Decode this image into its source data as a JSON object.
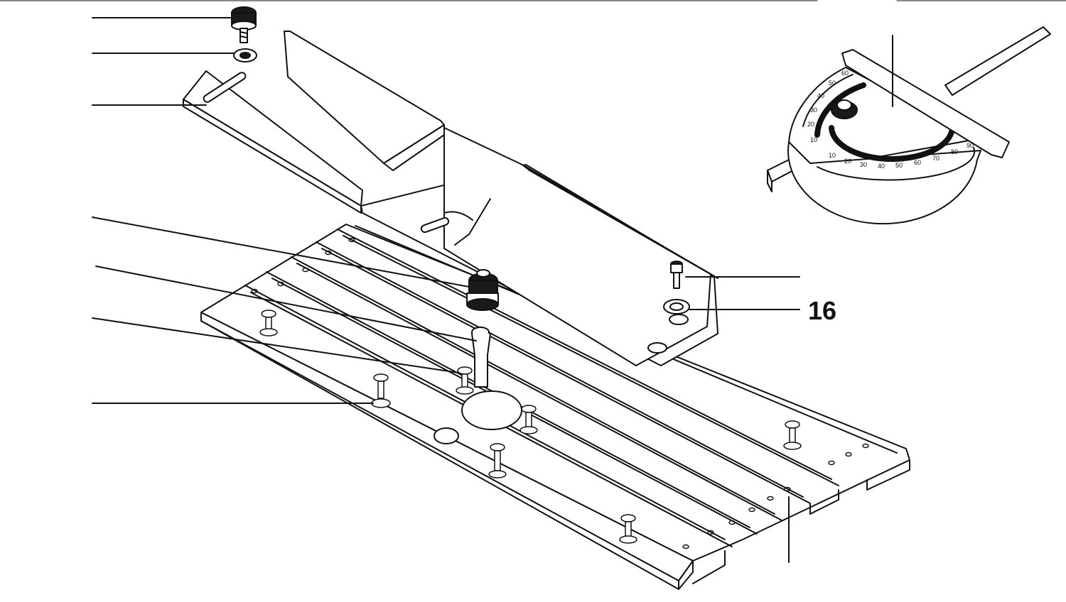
{
  "diagram": {
    "callout_number": "16",
    "miter_gauge_scale": [
      "10",
      "20",
      "30",
      "40",
      "50",
      "60",
      "70",
      "80",
      "90"
    ],
    "miter_gauge_scale_left": [
      "10",
      "20",
      "30",
      "40",
      "50",
      "60"
    ],
    "colors": {
      "line": "#111111",
      "fill": "#ffffff",
      "dark": "#1a1a1a"
    }
  }
}
